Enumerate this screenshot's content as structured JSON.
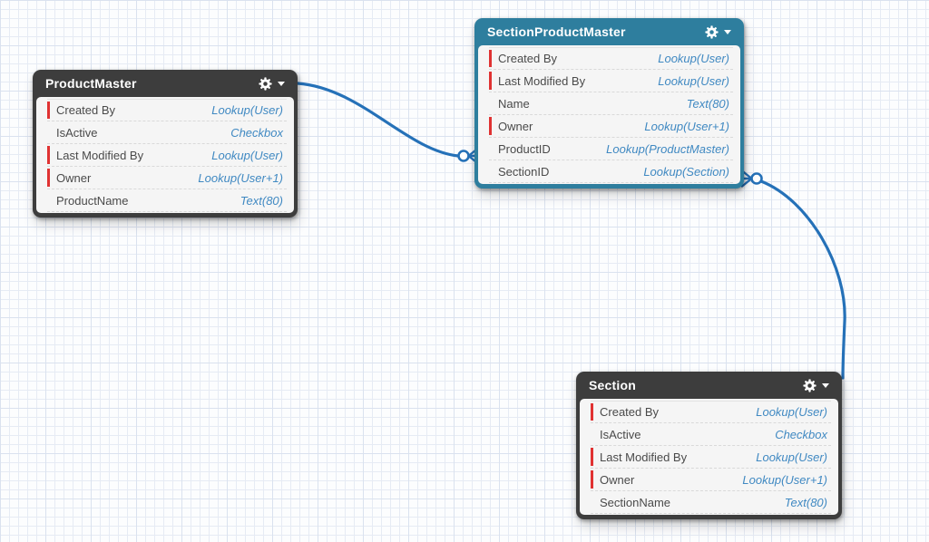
{
  "canvas": {
    "background": "#fcfdfe",
    "grid_line_color": "#e6ebf4",
    "grid_major_line_color": "#dae2ef"
  },
  "connector_color": "#2571b8",
  "required_marker_color": "#e03232",
  "field_type_color": "#4089c2",
  "header_icons": [
    "gear-icon",
    "caret-down-icon"
  ],
  "entities": [
    {
      "title": "ProductMaster",
      "header_color": "#3d3d3d",
      "fields": [
        {
          "name": "Created By",
          "type": "Lookup(User)",
          "required": true
        },
        {
          "name": "IsActive",
          "type": "Checkbox",
          "required": false
        },
        {
          "name": "Last Modified By",
          "type": "Lookup(User)",
          "required": true
        },
        {
          "name": "Owner",
          "type": "Lookup(User+1)",
          "required": true
        },
        {
          "name": "ProductName",
          "type": "Text(80)",
          "required": false
        }
      ]
    },
    {
      "title": "SectionProductMaster",
      "header_color": "#2e7e9e",
      "fields": [
        {
          "name": "Created By",
          "type": "Lookup(User)",
          "required": true
        },
        {
          "name": "Last Modified By",
          "type": "Lookup(User)",
          "required": true
        },
        {
          "name": "Name",
          "type": "Text(80)",
          "required": false
        },
        {
          "name": "Owner",
          "type": "Lookup(User+1)",
          "required": true
        },
        {
          "name": "ProductID",
          "type": "Lookup(ProductMaster)",
          "required": false
        },
        {
          "name": "SectionID",
          "type": "Lookup(Section)",
          "required": false
        }
      ]
    },
    {
      "title": "Section",
      "header_color": "#3d3d3d",
      "fields": [
        {
          "name": "Created By",
          "type": "Lookup(User)",
          "required": true
        },
        {
          "name": "IsActive",
          "type": "Checkbox",
          "required": false
        },
        {
          "name": "Last Modified By",
          "type": "Lookup(User)",
          "required": true
        },
        {
          "name": "Owner",
          "type": "Lookup(User+1)",
          "required": true
        },
        {
          "name": "SectionName",
          "type": "Text(80)",
          "required": false
        }
      ]
    }
  ],
  "connectors": [
    {
      "from": "ProductMaster",
      "to": "SectionProductMaster",
      "marker_at_to": "circle-crows-foot",
      "cardinality": "one-to-many"
    },
    {
      "from": "Section",
      "to": "SectionProductMaster",
      "marker_at_to": "circle-crows-foot",
      "cardinality": "one-to-many"
    }
  ]
}
